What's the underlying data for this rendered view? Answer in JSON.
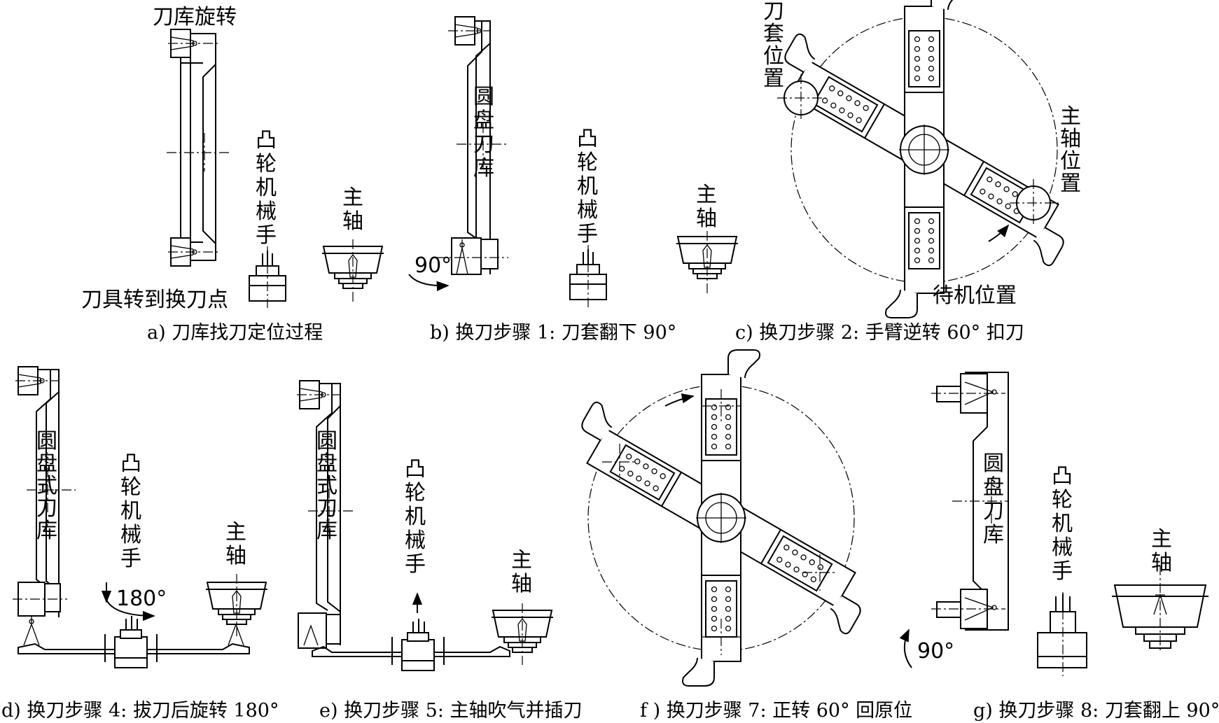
{
  "labels": {
    "magazine_rotate": "刀库旋转",
    "tool_to_change_point": "刀具转到换刀点",
    "disc_magazine": "圆盘刀库",
    "disc_type_magazine": "圆盘式刀库",
    "cam_manipulator": "凸轮机械手",
    "spindle": "主轴",
    "sleeve_position": "刀套位置",
    "spindle_position": "主轴位置",
    "standby_position": "待机位置",
    "angle_90": "90°",
    "angle_180": "180°"
  },
  "captions": {
    "a": "a) 刀库找刀定位过程",
    "b": "b) 换刀步骤 1: 刀套翻下 90°",
    "c": "c) 换刀步骤 2: 手臂逆转 60° 扣刀",
    "d": "d) 换刀步骤 4: 拔刀后旋转 180°",
    "e": "e) 换刀步骤 5: 主轴吹气并插刀",
    "f": "f ) 换刀步骤 7: 正转 60° 回原位",
    "g": "g) 换刀步骤 8: 刀套翻上 90°"
  }
}
